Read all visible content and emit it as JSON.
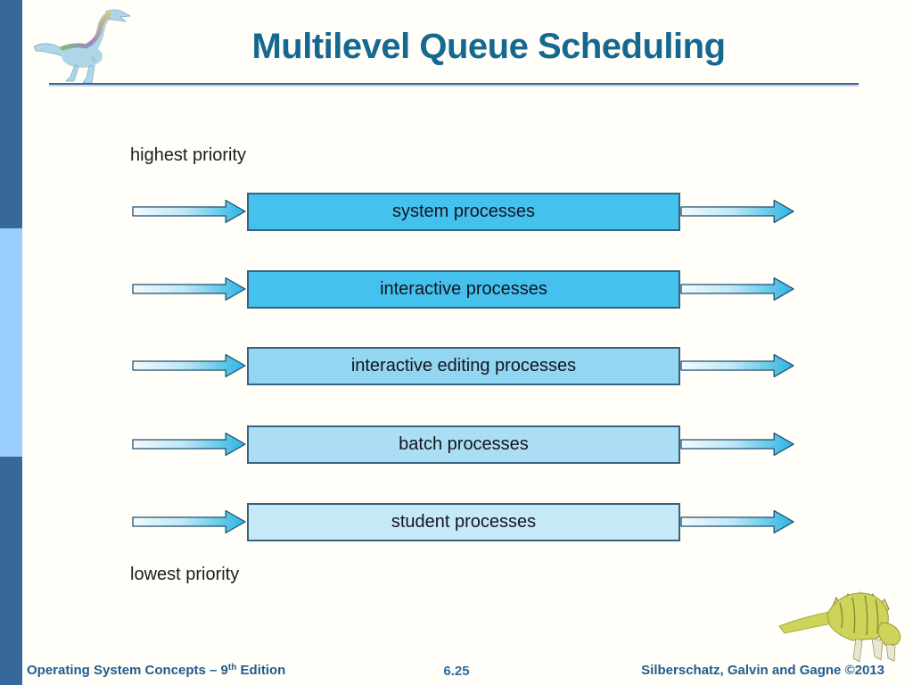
{
  "slide": {
    "title": "Multilevel Queue Scheduling",
    "page_number": "6.25",
    "footer_left": {
      "prefix": "Operating System Concepts – 9",
      "superscript": "th",
      "suffix": " Edition"
    },
    "footer_right": "Silberschatz, Galvin and Gagne ©2013"
  },
  "diagram": {
    "top_label": "highest priority",
    "bottom_label": "lowest priority",
    "queues": [
      {
        "label": "system processes",
        "fill": "#45c1ee"
      },
      {
        "label": "interactive processes",
        "fill": "#45c1ee"
      },
      {
        "label": "interactive editing processes",
        "fill": "#93d6f1"
      },
      {
        "label": "batch processes",
        "fill": "#abdef4"
      },
      {
        "label": "student processes",
        "fill": "#c6e9f8"
      }
    ]
  },
  "icons": {
    "top_left": "dinosaur-logo",
    "bottom_right": "dinosaur-logo",
    "row_arrows": "right-arrow-icon"
  },
  "colors": {
    "background": "#fffef9",
    "title": "#15688f",
    "rule": "#44678f",
    "bar_dark": "#36689b",
    "bar_light": "#99ccff",
    "box_border": "#35637f",
    "box_text": "#14141e",
    "label_text": "#1d1d1d",
    "arrow_outline": "#1d4f6e",
    "arrow_grad_start": "#f2fafd",
    "arrow_grad_mid": "#bfe7f7",
    "arrow_grad_end": "#2ab5e2",
    "footer_text": "#215d90",
    "page_number": "#2a6ca5"
  }
}
